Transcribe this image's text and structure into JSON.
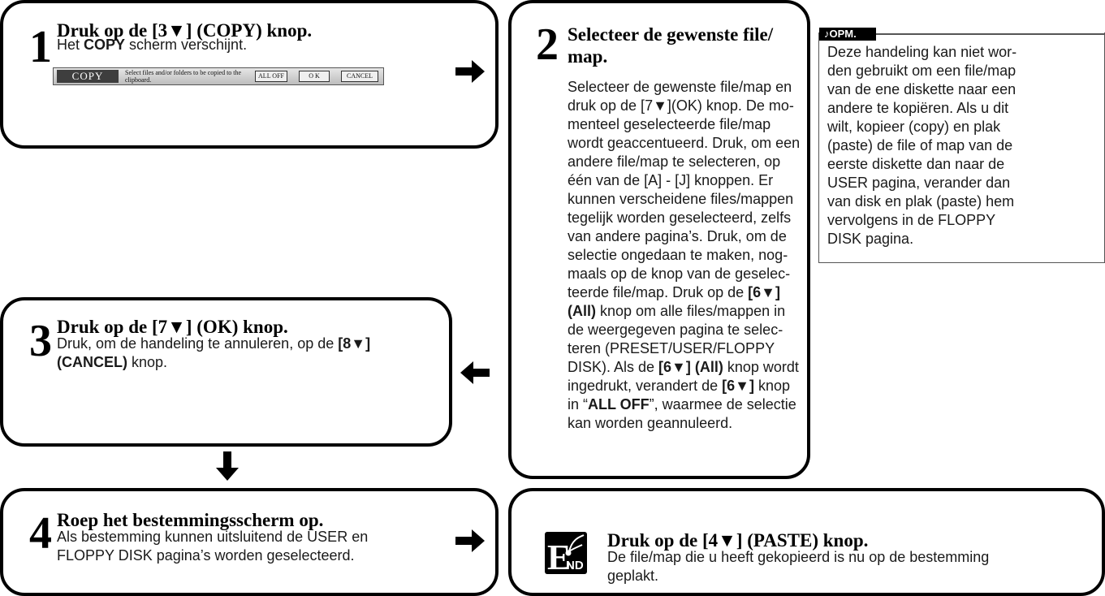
{
  "step1": {
    "number": "1",
    "title": "Druk op de [3▼] (COPY) knop.",
    "text_pre": "Het ",
    "text_bold": "COPY",
    "text_post": " scherm verschijnt.",
    "screen": {
      "label": "COPY",
      "message": "Select files and/or folders to be copied to the clipboard.",
      "btn_alloff": "ALL OFF",
      "btn_ok": "O K",
      "btn_cancel": "CANCEL"
    }
  },
  "step2": {
    "number": "2",
    "title_line1": "Selecteer de gewenste file/",
    "title_line2": "map.",
    "lines": [
      "Selecteer de gewenste file/map en",
      "druk op de [7▼](OK) knop. De mo-",
      "menteel geselecteerde file/map",
      "wordt geaccentueerd. Druk, om een",
      "andere file/map te selecteren, op",
      "één van de [A] - [J] knoppen. Er",
      "kunnen verscheidene files/mappen",
      "tegelijk worden geselecteerd, zelfs",
      "van andere pagina’s. Druk, om de",
      "selectie ongedaan te maken, nog-",
      "maals op de knop van de geselec-",
      "teerde file/map. Druk op de "
    ],
    "bold_6": "[6▼]",
    "bold_all": "(All)",
    "line13_rest": " knop om alle files/mappen in",
    "line14": "de weergegeven pagina te selec-",
    "line15": "teren (PRESET/USER/FLOPPY",
    "line16_pre": "DISK). Als de ",
    "bold_6_all": "[6▼] (All)",
    "line16_post": " knop wordt",
    "line17_pre": "ingedrukt, verandert de ",
    "line17_post": " knop",
    "line18_pre": "in “",
    "bold_alloff": "ALL OFF",
    "line18_post": "”, waarmee de selectie",
    "line19": "kan worden geannuleerd."
  },
  "step3": {
    "number": "3",
    "title": "Druk op de [7▼] (OK) knop.",
    "line1_pre": "Druk, om de handeling te annuleren, op de ",
    "bold_8": "[8▼]",
    "bold_cancel": "(CANCEL)",
    "line2_post": " knop."
  },
  "step4": {
    "number": "4",
    "title": "Roep het bestemmingsscherm op.",
    "line1": "Als bestemming kunnen uitsluitend de USER en",
    "line2": "FLOPPY DISK pagina’s worden geselecteerd."
  },
  "end": {
    "icon_E": "E",
    "icon_ND": "ND",
    "title": "Druk op de [4▼] (PASTE) knop.",
    "line1": "De file/map die u heeft gekopieerd is nu op de bestemming",
    "line2": "geplakt."
  },
  "note": {
    "header": "OPM.",
    "lines": [
      "Deze handeling kan niet wor-",
      "den gebruikt om een file/map",
      "van de ene diskette naar een",
      "andere te kopiëren. Als u dit",
      "wilt, kopieer (copy) en plak",
      "(paste) de file of map van de",
      "eerste diskette dan naar de",
      "USER pagina, verander dan",
      "van disk en plak (paste) hem",
      "vervolgens in de FLOPPY",
      "DISK pagina."
    ]
  }
}
